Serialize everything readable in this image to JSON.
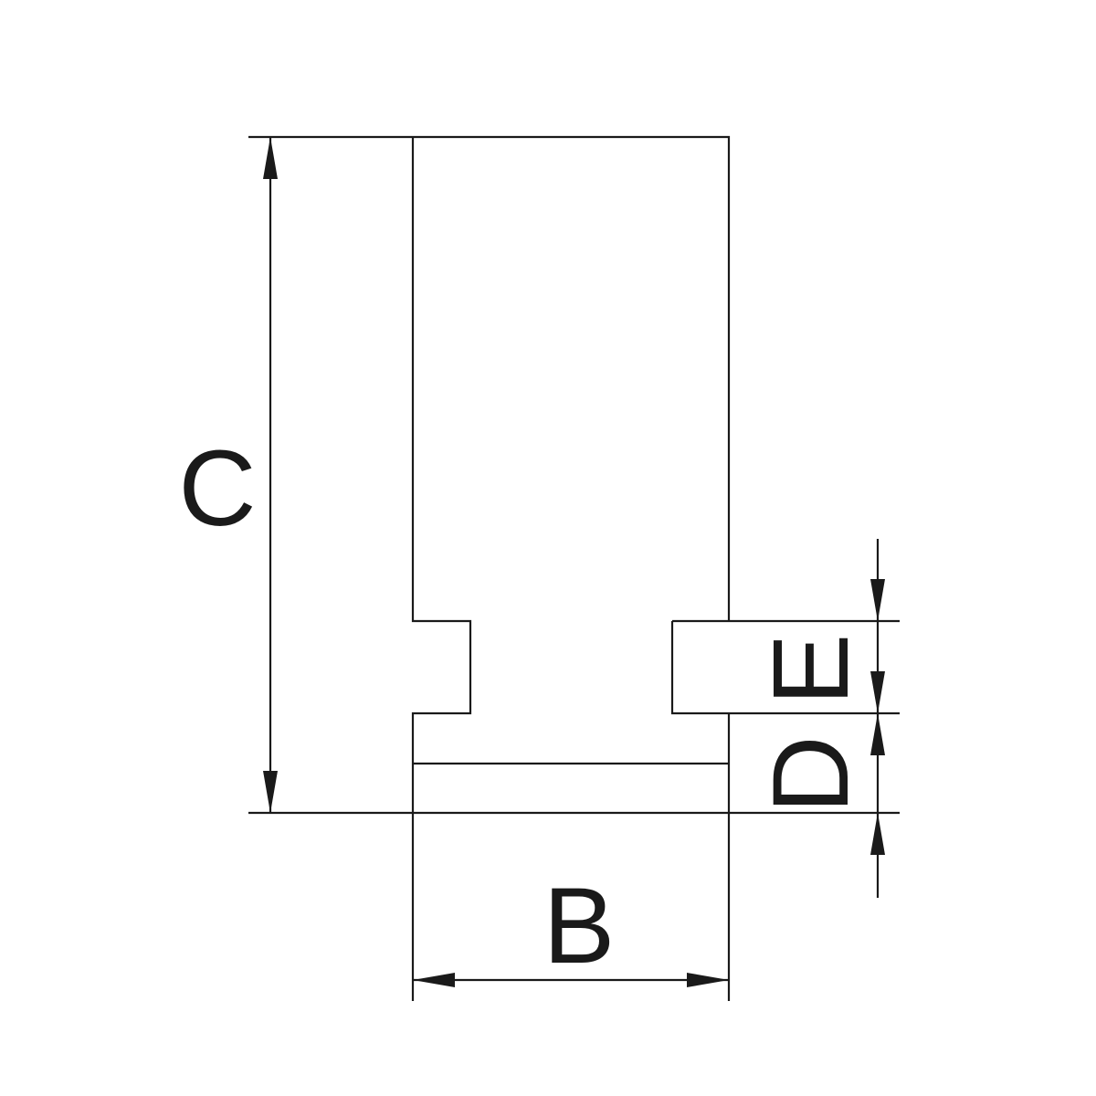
{
  "diagram": {
    "labels": {
      "height": "C",
      "width": "B",
      "step_lower": "D",
      "step_upper": "E"
    },
    "colors": {
      "line": "#1a1a1a",
      "background": "#ffffff"
    }
  }
}
